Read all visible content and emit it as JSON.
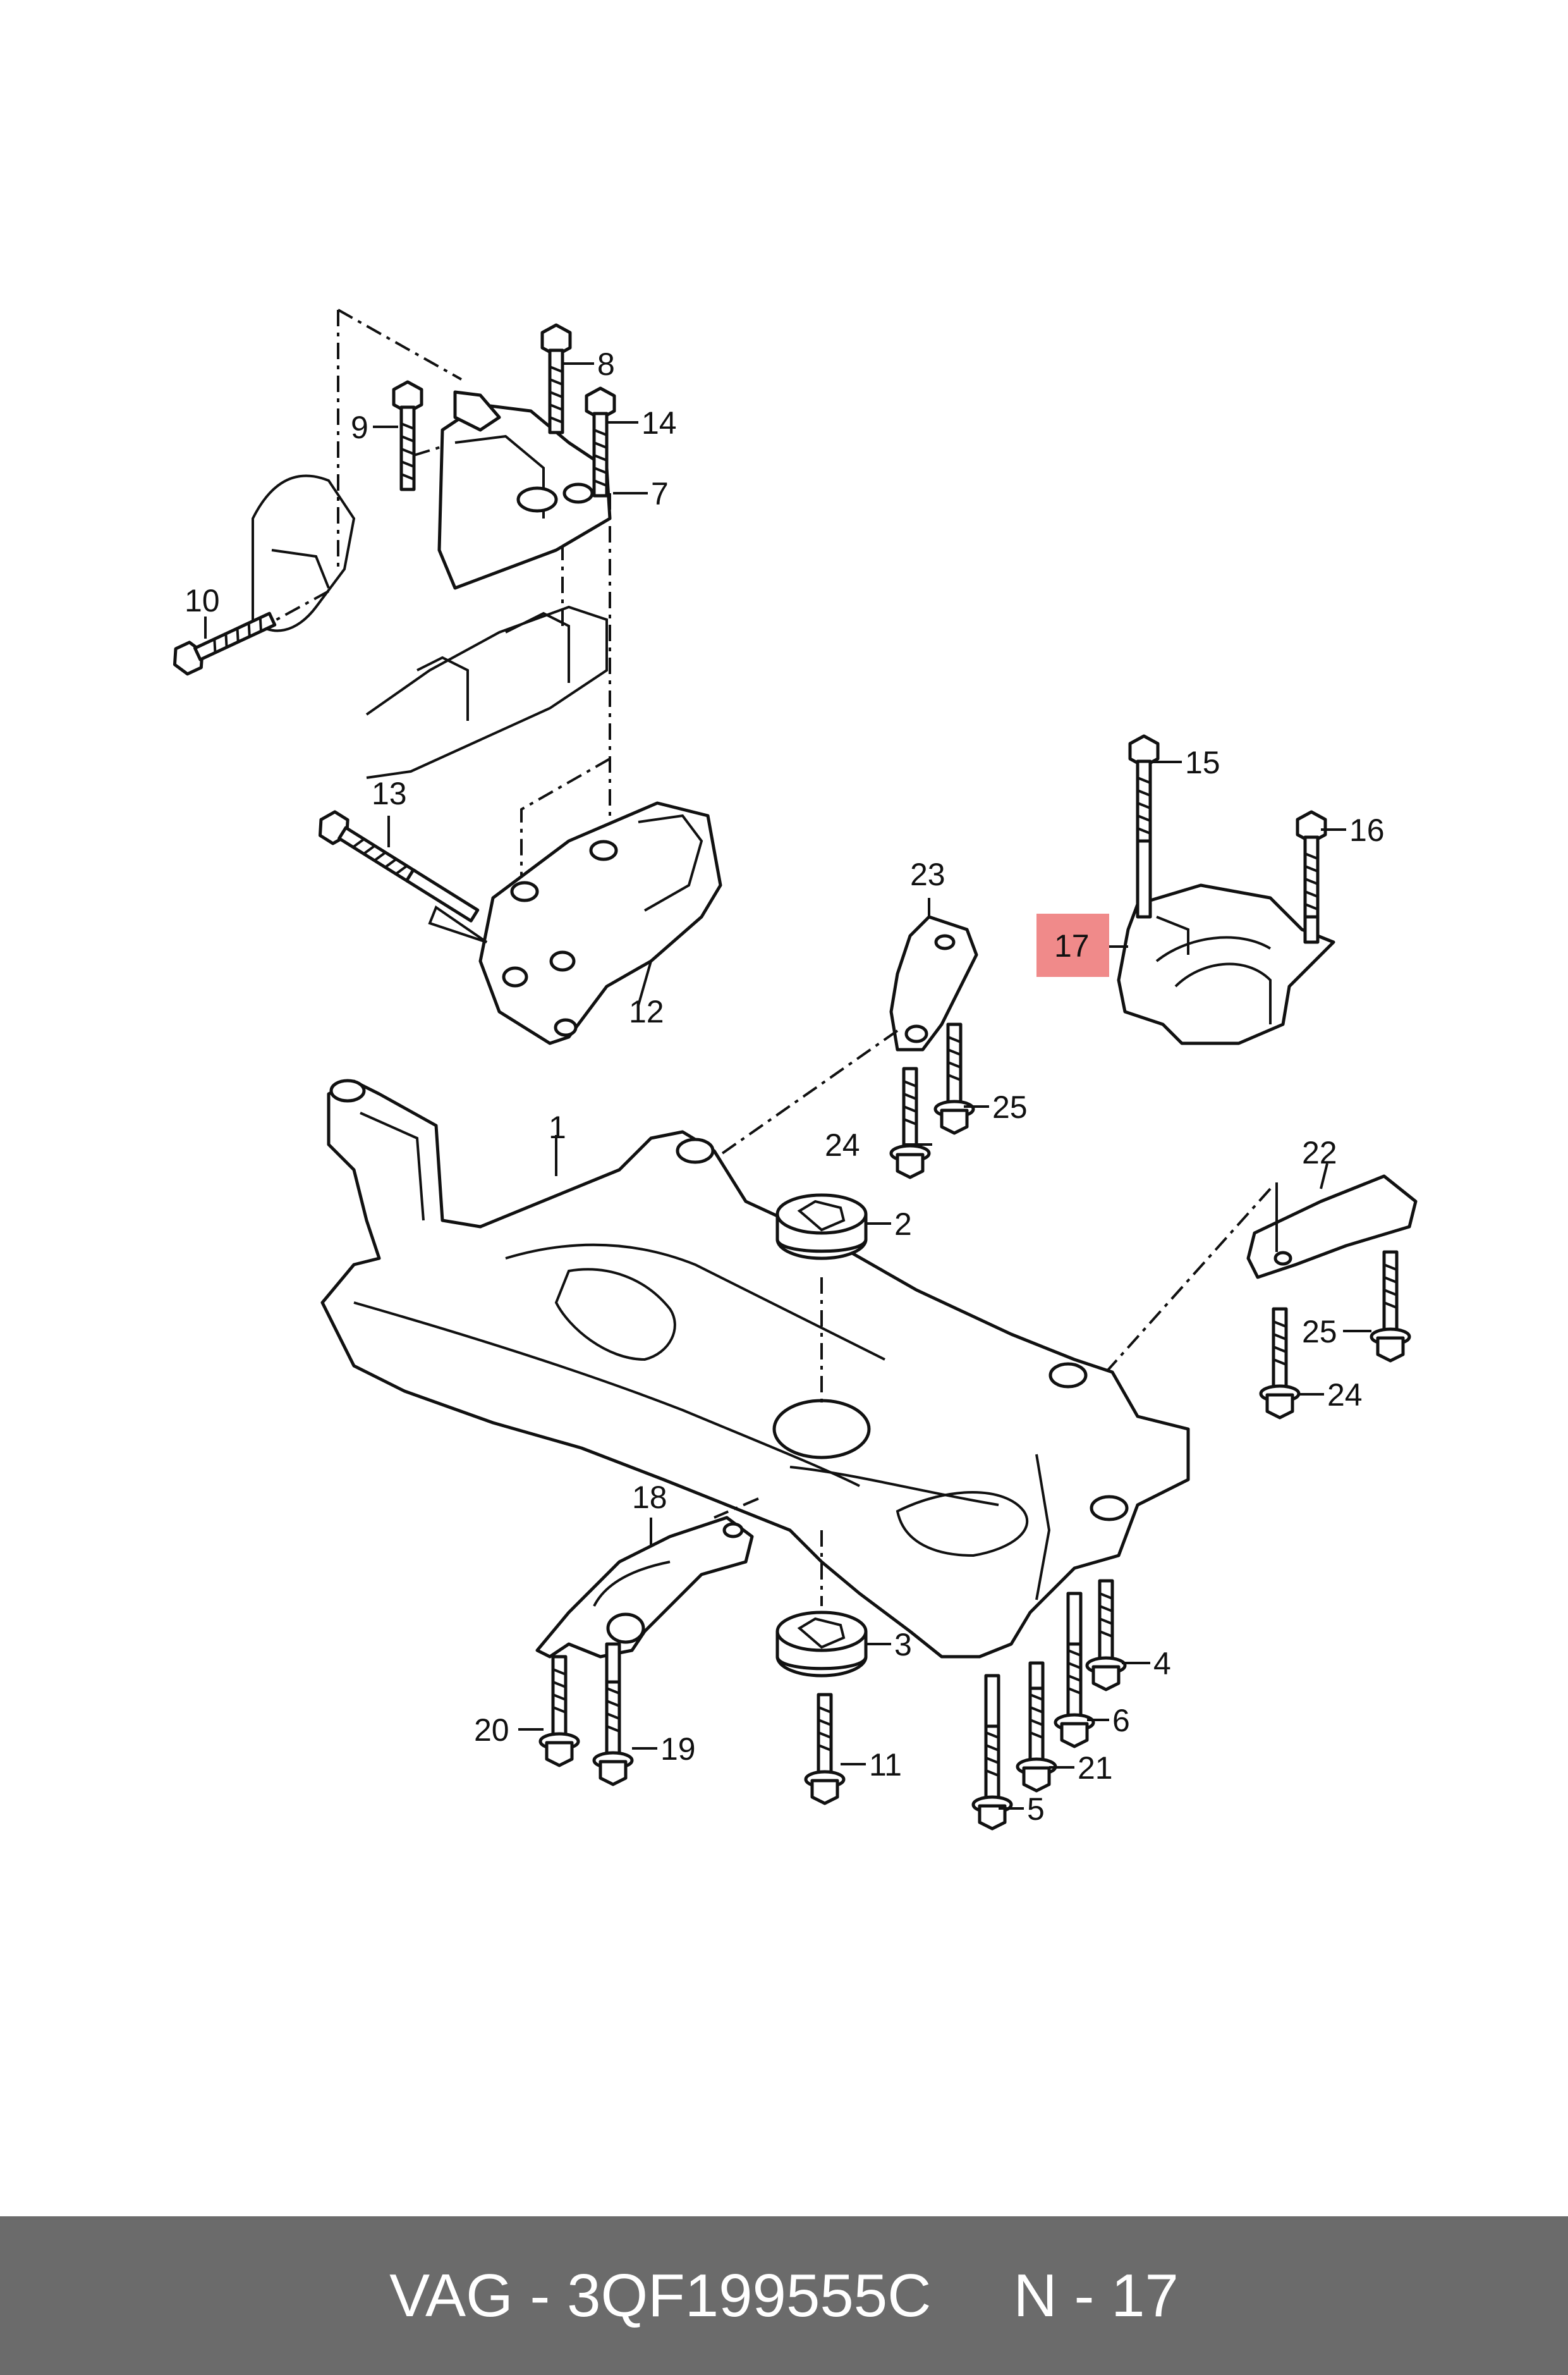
{
  "footer": {
    "brand_part": "VAG - 3QF199555C",
    "position_ref": "N - 17"
  },
  "highlight_color": "#f08a8a",
  "callouts": {
    "p1": "1",
    "p2": "2",
    "p3": "3",
    "p4": "4",
    "p5": "5",
    "p6": "6",
    "p7": "7",
    "p8": "8",
    "p9": "9",
    "p10": "10",
    "p11": "11",
    "p12": "12",
    "p13": "13",
    "p14": "14",
    "p15": "15",
    "p16": "16",
    "p17": "17",
    "p18": "18",
    "p19": "19",
    "p20": "20",
    "p21": "21",
    "p22": "22",
    "p23": "23",
    "p24a": "24",
    "p24b": "24",
    "p25a": "25",
    "p25b": "25"
  },
  "highlighted_callout": "17"
}
